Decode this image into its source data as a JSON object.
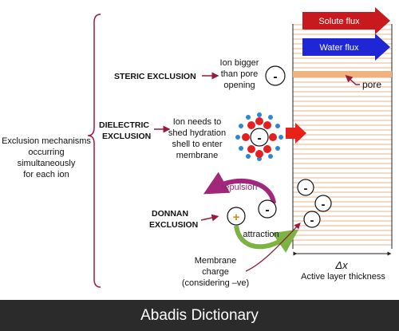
{
  "colors": {
    "membrane_stripe": "#f4d9c4",
    "pore_band": "#f2b27c",
    "solute_flux": "#c81a1e",
    "water_flux": "#1f26d6",
    "red_arrow": "#e8211b",
    "repulsion_arrow": "#a0277a",
    "attraction_arrow": "#7cb342",
    "brace": "#a0174a",
    "ion_red": "#e32020",
    "ion_blue": "#2d86d6"
  },
  "left_label": [
    "Exclusion mechanisms",
    "occurring",
    "simultaneously",
    "for each ion"
  ],
  "steric": {
    "title": "STERIC EXCLUSION",
    "desc": [
      "Ion bigger",
      "than pore",
      "opening"
    ],
    "ion_sign": "-"
  },
  "dielectric": {
    "title": [
      "DIELECTRIC",
      "EXCLUSION"
    ],
    "desc": [
      "Ion needs to",
      "shed hydration",
      "shell to enter",
      "membrane"
    ],
    "ion_sign": "-"
  },
  "donnan": {
    "title": [
      "DONNAN",
      "EXCLUSION"
    ],
    "repulsion": "repulsion",
    "attraction": "attraction",
    "cation_sign": "+",
    "anion_sign": "-",
    "membrane_charge": [
      "Membrane",
      "charge",
      "(considering –ve)"
    ]
  },
  "membrane": {
    "solute_flux": "Solute flux",
    "water_flux": "Water flux",
    "pore": "pore",
    "charges": [
      "-",
      "-",
      "-"
    ],
    "dx_symbol": "Δx",
    "thickness_label": "Active layer thickness"
  },
  "footer": "Abadis Dictionary"
}
